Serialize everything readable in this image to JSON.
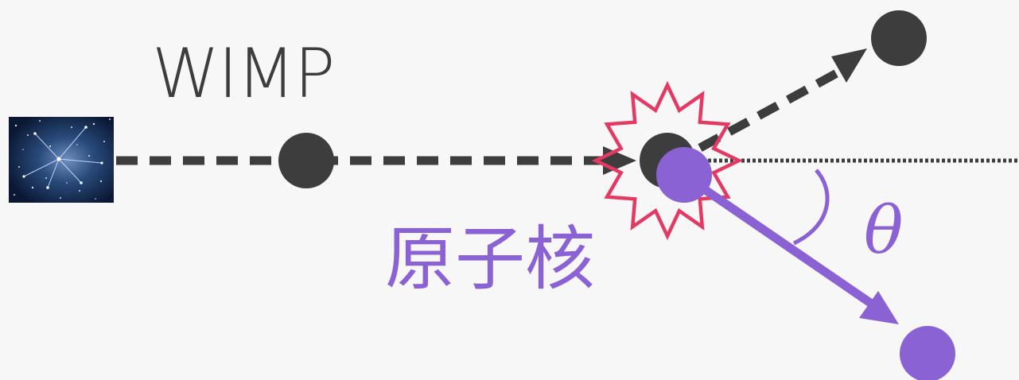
{
  "labels": {
    "particle": "WIMP",
    "nucleus": "原子核",
    "angle": "θ"
  },
  "colors": {
    "background": "#f7f7f7",
    "particle": "#3d3d3d",
    "nucleus": "#8a62d4",
    "collision_burst": "#e33a63",
    "sky_image": "#0d1d3a"
  },
  "icons": {
    "source": "starfield-constellation-icon",
    "collision": "collision-burst-icon"
  }
}
